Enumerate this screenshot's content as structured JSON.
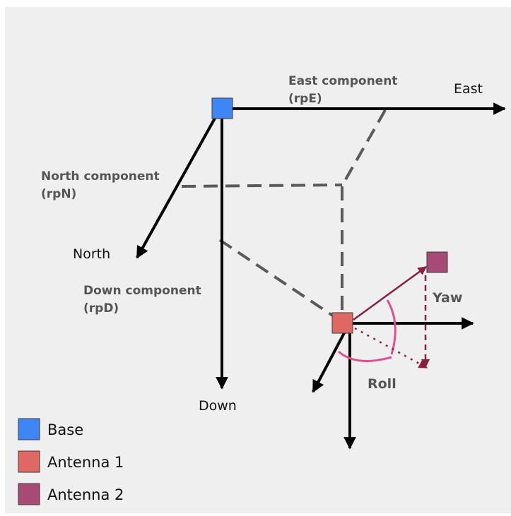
{
  "colors": {
    "base": "#3f86f5",
    "antenna1": "#e06862",
    "antenna2": "#a84a76",
    "axis": "#000000",
    "dashed_component": "#5a5a5a",
    "baseline_vector": "#8a1f3f",
    "rotation_arc": "#e14f8e"
  },
  "axes": {
    "east": "East",
    "north": "North",
    "down": "Down"
  },
  "components": {
    "east": {
      "name": "East component",
      "symbol": "(rpE)"
    },
    "north": {
      "name": "North component",
      "symbol": "(rpN)"
    },
    "down": {
      "name": "Down component",
      "symbol": "(rpD)"
    }
  },
  "rotations": {
    "yaw": "Yaw",
    "roll": "Roll"
  },
  "legend": [
    {
      "label": "Base",
      "color": "#3f86f5"
    },
    {
      "label": "Antenna 1",
      "color": "#e06862"
    },
    {
      "label": "Antenna 2",
      "color": "#a84a76"
    }
  ]
}
